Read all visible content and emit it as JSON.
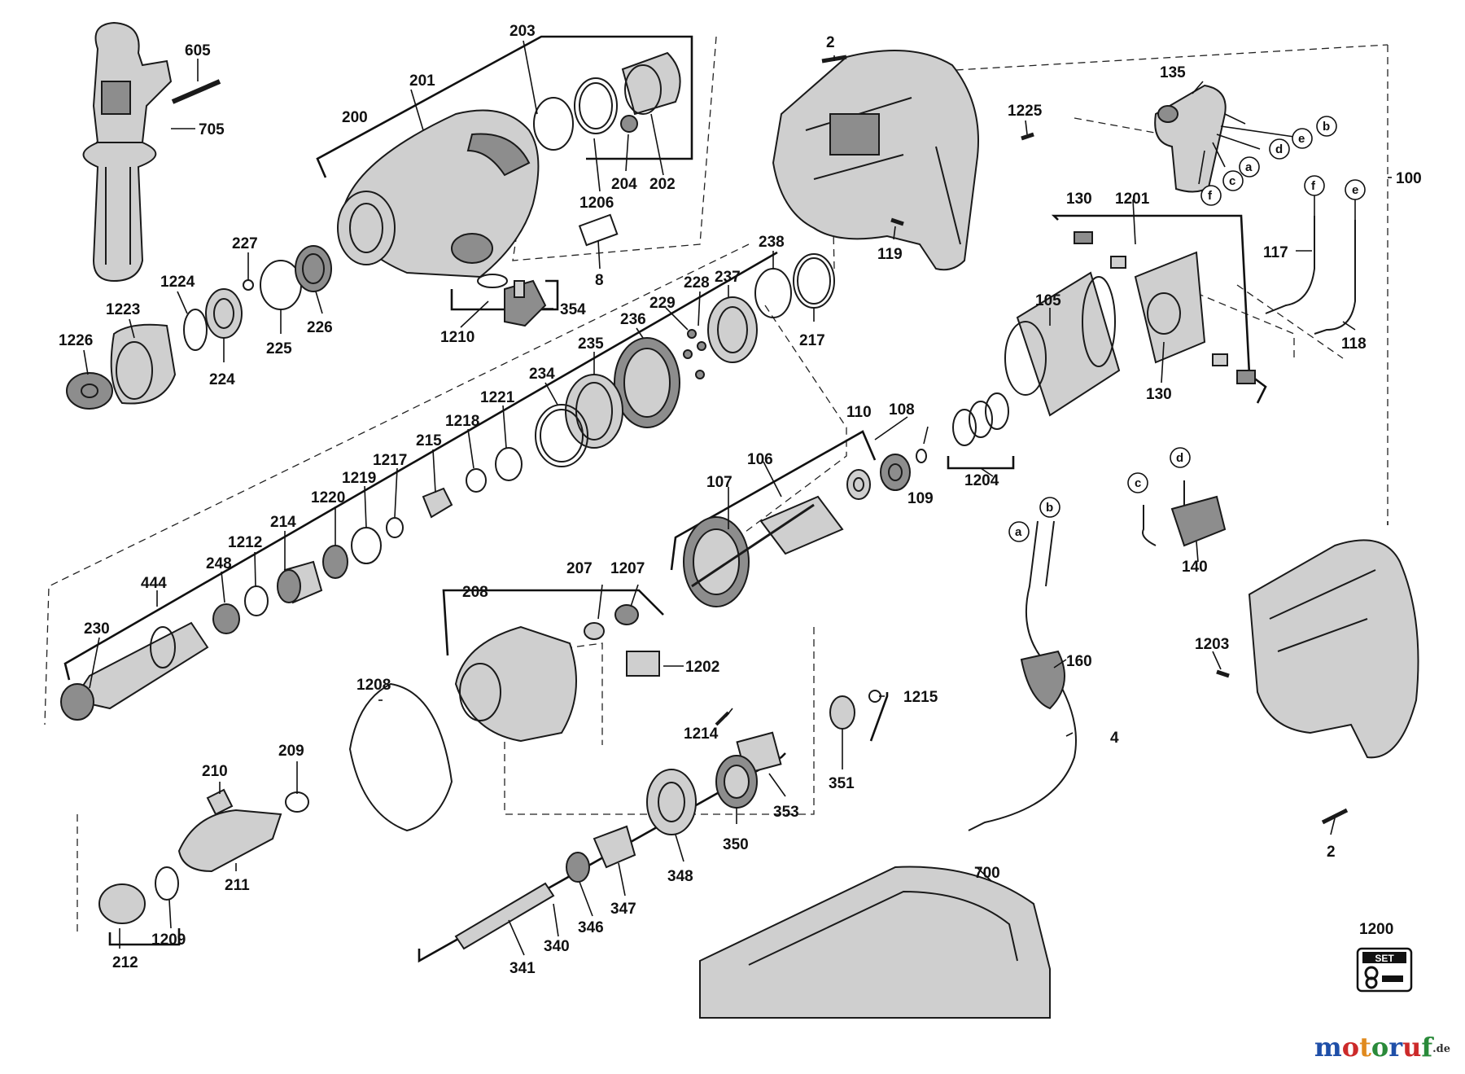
{
  "watermark": {
    "text": "motoruf",
    "tld": ".de",
    "colors": [
      "#1f4fa8",
      "#cc2a2a",
      "#e08a1e",
      "#2a8a3a",
      "#1f4fa8",
      "#cc2a2a",
      "#2a8a3a"
    ]
  },
  "set_badge": {
    "text": "SET"
  },
  "part_numbers": [
    "605",
    "705",
    "1226",
    "1223",
    "1224",
    "224",
    "225",
    "227",
    "226",
    "200",
    "201",
    "203",
    "202",
    "204",
    "1206",
    "8",
    "1210",
    "354",
    "238",
    "237",
    "228",
    "229",
    "236",
    "217",
    "235",
    "234",
    "1221",
    "1218",
    "215",
    "1217",
    "1219",
    "1220",
    "214",
    "1212",
    "248",
    "444",
    "230",
    "2",
    "1225",
    "119",
    "135",
    "b",
    "e",
    "d",
    "a",
    "c",
    "f",
    "100",
    "130",
    "1201",
    "105",
    "117",
    "118",
    "110",
    "108",
    "109",
    "1204",
    "106",
    "107",
    "207",
    "1207",
    "208",
    "1202",
    "1208",
    "209",
    "210",
    "211",
    "1209",
    "212",
    "1214",
    "1215",
    "351",
    "353",
    "350",
    "348",
    "347",
    "346",
    "340",
    "341",
    "160",
    "4",
    "140",
    "1203",
    "700",
    "1200"
  ]
}
